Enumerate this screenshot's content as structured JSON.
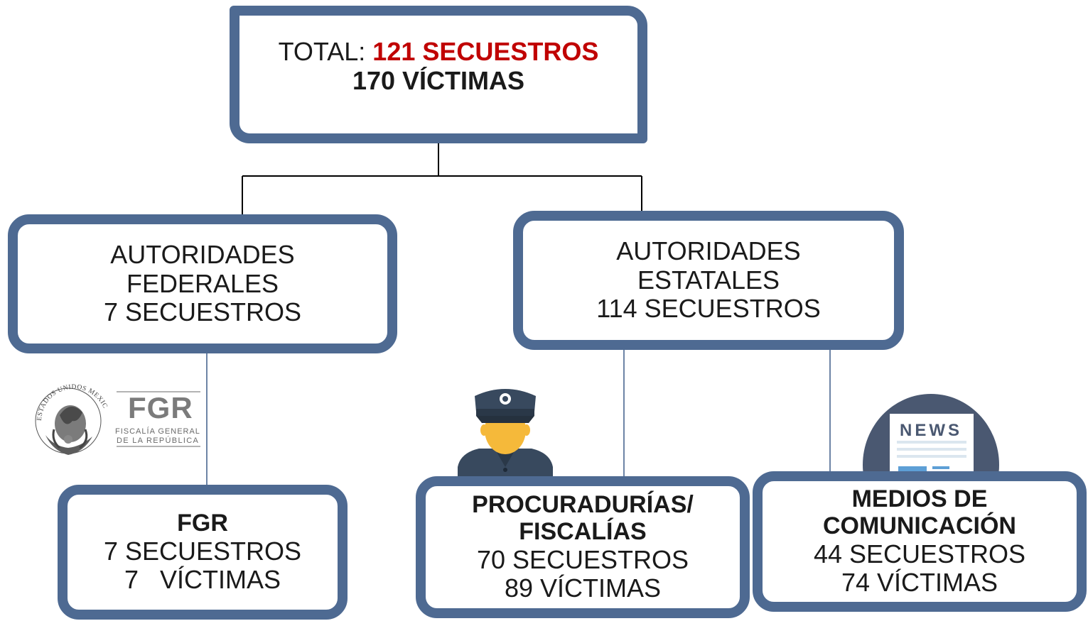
{
  "total": {
    "prefix": "TOTAL:",
    "secuestros": "121 SECUESTROS",
    "victimas": "170 VÍCTIMAS"
  },
  "federales": {
    "line1": "AUTORIDADES",
    "line2": "FEDERALES",
    "line3": "7 SECUESTROS"
  },
  "estatales": {
    "line1": "AUTORIDADES",
    "line2": "ESTATALES",
    "line3": "114 SECUESTROS"
  },
  "fgr": {
    "title": "FGR",
    "secuestros": "7 SECUESTROS",
    "victimas": "7   VÍCTIMAS"
  },
  "procuradurias": {
    "title1": "PROCURADURÍAS/",
    "title2": "FISCALÍAS",
    "secuestros": "70 SECUESTROS",
    "victimas": "89 VÍCTIMAS"
  },
  "medios": {
    "title1": "MEDIOS DE",
    "title2": "COMUNICACIÓN",
    "secuestros": "44 SECUESTROS",
    "victimas": "74 VÍCTIMAS"
  },
  "logo": {
    "acronym": "FGR",
    "line1": "FISCALÍA GENERAL",
    "line2": "DE LA REPÚBLICA",
    "seal_text": "ESTADOS UNIDOS MEXICANOS"
  },
  "news_icon": {
    "label": "NEWS"
  },
  "colors": {
    "border": "#4e6a92",
    "accent_red": "#c00000",
    "connector": "#000000",
    "connector_light": "#6d84a6"
  }
}
